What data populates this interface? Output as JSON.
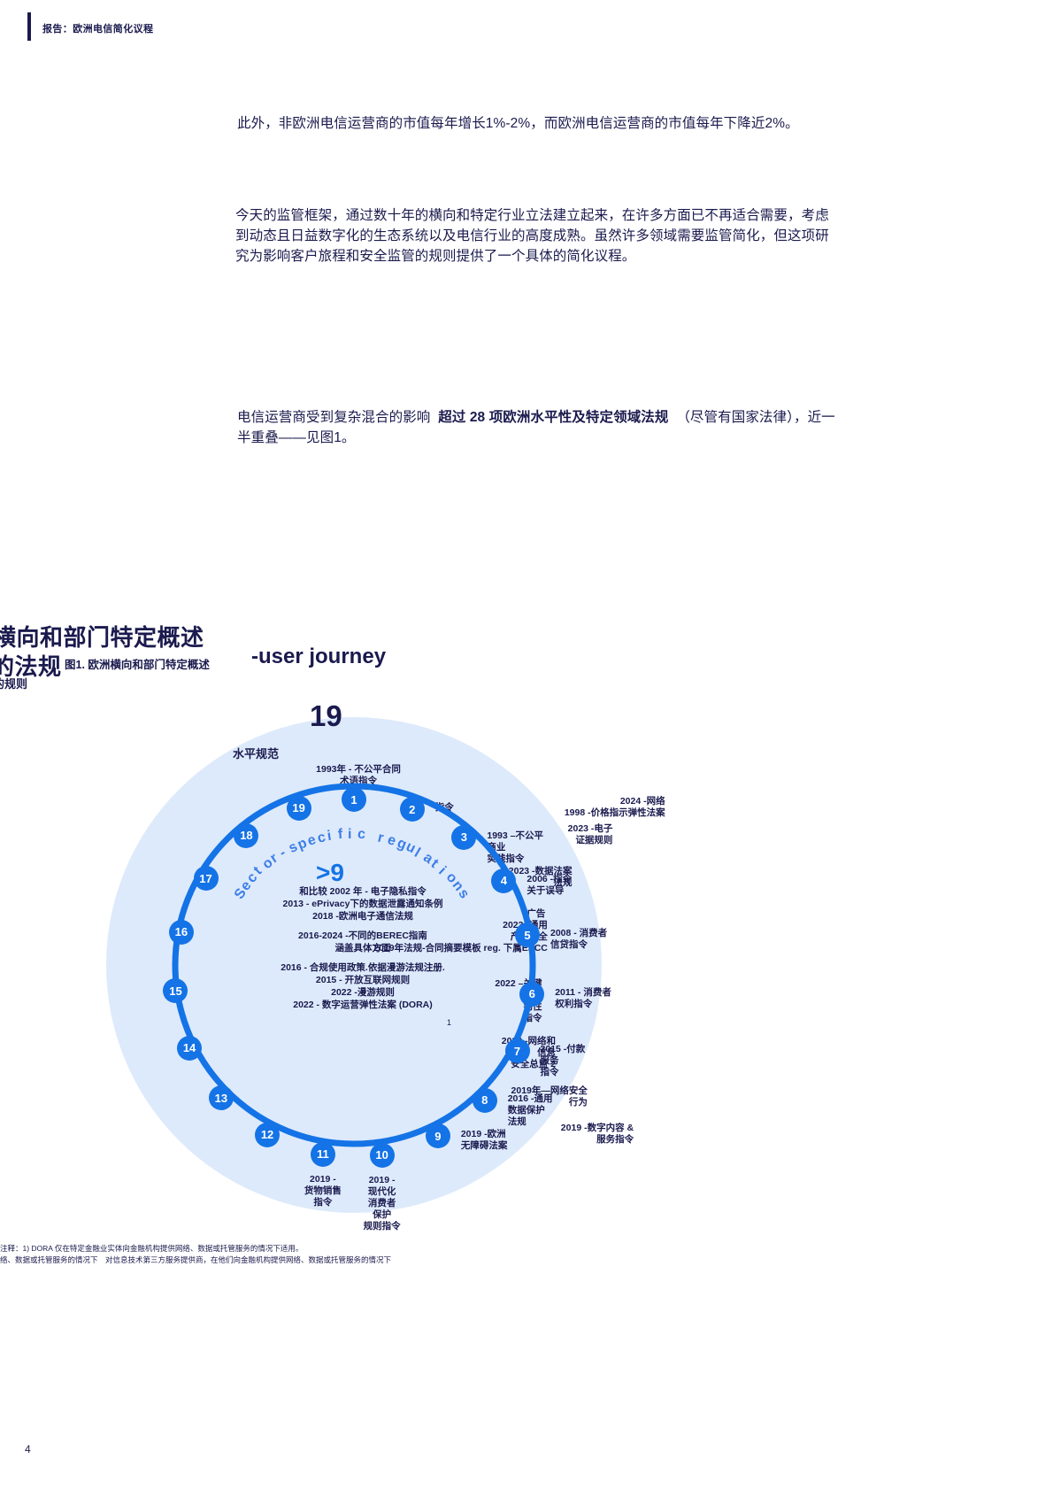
{
  "header": {
    "title": "报告：欧洲电信简化议程"
  },
  "paragraphs": {
    "p1": "此外，非欧洲电信运营商的市值每年增长1%-2%，而欧洲电信运营商的市值每年下降近2%。",
    "p2": "今天的监管框架，通过数十年的横向和特定行业立法建立起来，在许多方面已不再适合需要，考虑到动态且日益数字化的生态系统以及电信行业的高度成熟。虽然许多领域需要监管简化，但这项研究为影响客户旅程和安全监管的规则提供了一个具体的简化议程。",
    "p3_pre": "电信运营商受到复杂混合的影响",
    "p3_bold": "超过 28 项欧洲水平性及特定领域法规",
    "p3_post": "（尽管有国家法律），近一半重叠——见图1。"
  },
  "section": {
    "line1": "横向和部门特定概述",
    "line2": "的法规",
    "line3": "的规则",
    "figure_caption": "图1. 欧洲横向和部门特定概述",
    "figure_caption_en": "-user journey"
  },
  "chart_data": {
    "type": "diagram",
    "title": "图1. 欧洲横向和部门特定概述 -user journey",
    "horizontal_count": "19",
    "horizontal_label": "水平规范",
    "sector_arc_label": "Sector-specific regulations",
    "sector_count": ">9",
    "node_count": 19,
    "nodes": [
      {
        "n": "1",
        "angle": -90,
        "label": "1993年 - 不公平合同\n术语指令",
        "side": "top"
      },
      {
        "n": "2",
        "angle": -71,
        "label": "指令",
        "side": "right"
      },
      {
        "n": "3",
        "angle": -52,
        "label": "1993 –不公平\n商业\n实践指令",
        "side": "right"
      },
      {
        "n": "4",
        "angle": -33,
        "label": "2006 -指令\n关于误导\n\n广告",
        "side": "right"
      },
      {
        "n": "5",
        "angle": -14,
        "label": "2008 - 消费者\n信贷指令",
        "side": "right"
      },
      {
        "n": "6",
        "angle": 5,
        "label": "2011 - 消费者\n权利指令",
        "side": "right"
      },
      {
        "n": "7",
        "angle": 24,
        "label": "2015 -付款\n服务\n指令",
        "side": "right"
      },
      {
        "n": "8",
        "angle": 43,
        "label": "2016 -通用\n数据保护\n法规",
        "side": "right"
      },
      {
        "n": "9",
        "angle": 62,
        "label": "2019 -欧洲\n无障碍法案",
        "side": "right"
      },
      {
        "n": "10",
        "angle": 81,
        "label": "2019 -\n现代化\n消费者\n保护\n规则指令",
        "side": "bottom"
      },
      {
        "n": "11",
        "angle": 100,
        "label": "2019 -\n货物销售\n指令",
        "side": "bottom"
      },
      {
        "n": "12",
        "angle": 119,
        "label": "2019 -数字内容 &\n服务指令",
        "side": "left"
      },
      {
        "n": "13",
        "angle": 138,
        "label": "2019年—网络安全\n行为",
        "side": "left"
      },
      {
        "n": "14",
        "angle": 157,
        "label": "2022 -网络和\n信息\n安全总监 2",
        "side": "left"
      },
      {
        "n": "15",
        "angle": 176,
        "label": "2022 –关键\n实体\n韧性\n指令",
        "side": "left"
      },
      {
        "n": "16",
        "angle": 195,
        "label": "2023 -通用\n产品安全\n2019年法规-合同摘要模板 reg. 下属EECC",
        "side": "left"
      },
      {
        "n": "17",
        "angle": 214,
        "label": "2023 -数据法案\n法规",
        "side": "left"
      },
      {
        "n": "18",
        "angle": 233,
        "label": "2023 -电子\n证据规则",
        "side": "left"
      },
      {
        "n": "19",
        "angle": 252,
        "label": "2024 -网络\n1998 -价格指示弹性法案",
        "side": "left"
      }
    ],
    "sector_items": [
      "和比较 2002 年 - 电子隐私指令",
      "2013 - ePrivacy下的数据泄露通知条例",
      "2018 -欧洲电子通信法规",
      "2016-2024 -不同的BEREC指南\n涵盖具体方面",
      "2016 - 合规使用政策.依据漫游法规注册.",
      "2015 - 开放互联网规则",
      "2022 -漫游规则",
      "2022 - 数字运营弹性法案 (DORA)"
    ],
    "superscript_marker": "1",
    "colors": {
      "disc": "#ddeafb",
      "node": "#1473e6",
      "ring": "#1473e6",
      "arc_text": "#3d7ee8",
      "text": "#1a1a4e"
    }
  },
  "footnotes": {
    "fn1": "注释：1) DORA 仅在特定金融业实体向金融机构提供网络、数据或托管服务的情况下适用。",
    "fn2": "络、数据或托管服务的情况下　对信息技术第三方服务提供商，在他们向金融机构提供网络、数据或托管服务的情况下"
  },
  "page_number": "4"
}
